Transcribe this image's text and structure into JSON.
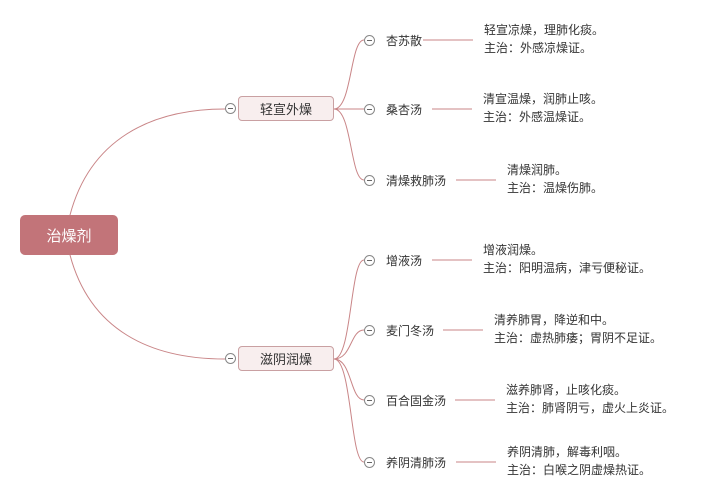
{
  "root": {
    "label": "治燥剂"
  },
  "colors": {
    "line": "#c98587",
    "root": "#c27479"
  },
  "branches": [
    {
      "label": "轻宣外燥",
      "leaves": [
        {
          "name": "杏苏散",
          "desc": [
            "轻宣凉燥，理肺化痰。",
            "主治：外感凉燥证。"
          ]
        },
        {
          "name": "桑杏汤",
          "desc": [
            "清宣温燥，润肺止咳。",
            "主治：外感温燥证。"
          ]
        },
        {
          "name": "清燥救肺汤",
          "desc": [
            "清燥润肺。",
            "主治：温燥伤肺。"
          ]
        }
      ]
    },
    {
      "label": "滋阴润燥",
      "leaves": [
        {
          "name": "增液汤",
          "desc": [
            "增液润燥。",
            "主治：阳明温病，津亏便秘证。"
          ]
        },
        {
          "name": "麦门冬汤",
          "desc": [
            "清养肺胃，降逆和中。",
            "主治：虚热肺痿；胃阴不足证。"
          ]
        },
        {
          "name": "百合固金汤",
          "desc": [
            "滋养肺肾，止咳化痰。",
            "主治：肺肾阴亏，虚火上炎证。"
          ]
        },
        {
          "name": "养阴清肺汤",
          "desc": [
            "养阴清肺，解毒利咽。",
            "主治：白喉之阴虚燥热证。"
          ]
        }
      ]
    }
  ]
}
